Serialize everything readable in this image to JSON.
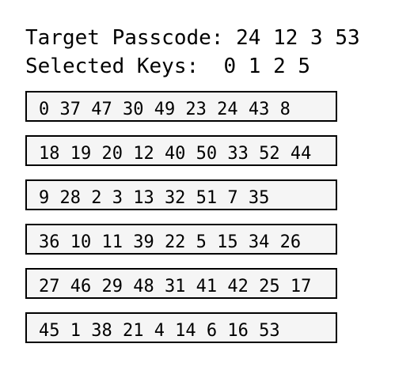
{
  "target": {
    "label": "Target Passcode:",
    "value": "24 12 3 53"
  },
  "selected": {
    "label": "Selected Keys:",
    "value": " 0 1 2 5"
  },
  "rows": [
    "0 37 47 30 49 23 24 43 8",
    "18 19 20 12 40 50 33 52 44",
    "9 28 2 3 13 32 51 7 35",
    "36 10 11 39 22 5 15 34 26",
    "27 46 29 48 31 41 42 25 17",
    "45 1 38 21 4 14 6 16 53"
  ]
}
